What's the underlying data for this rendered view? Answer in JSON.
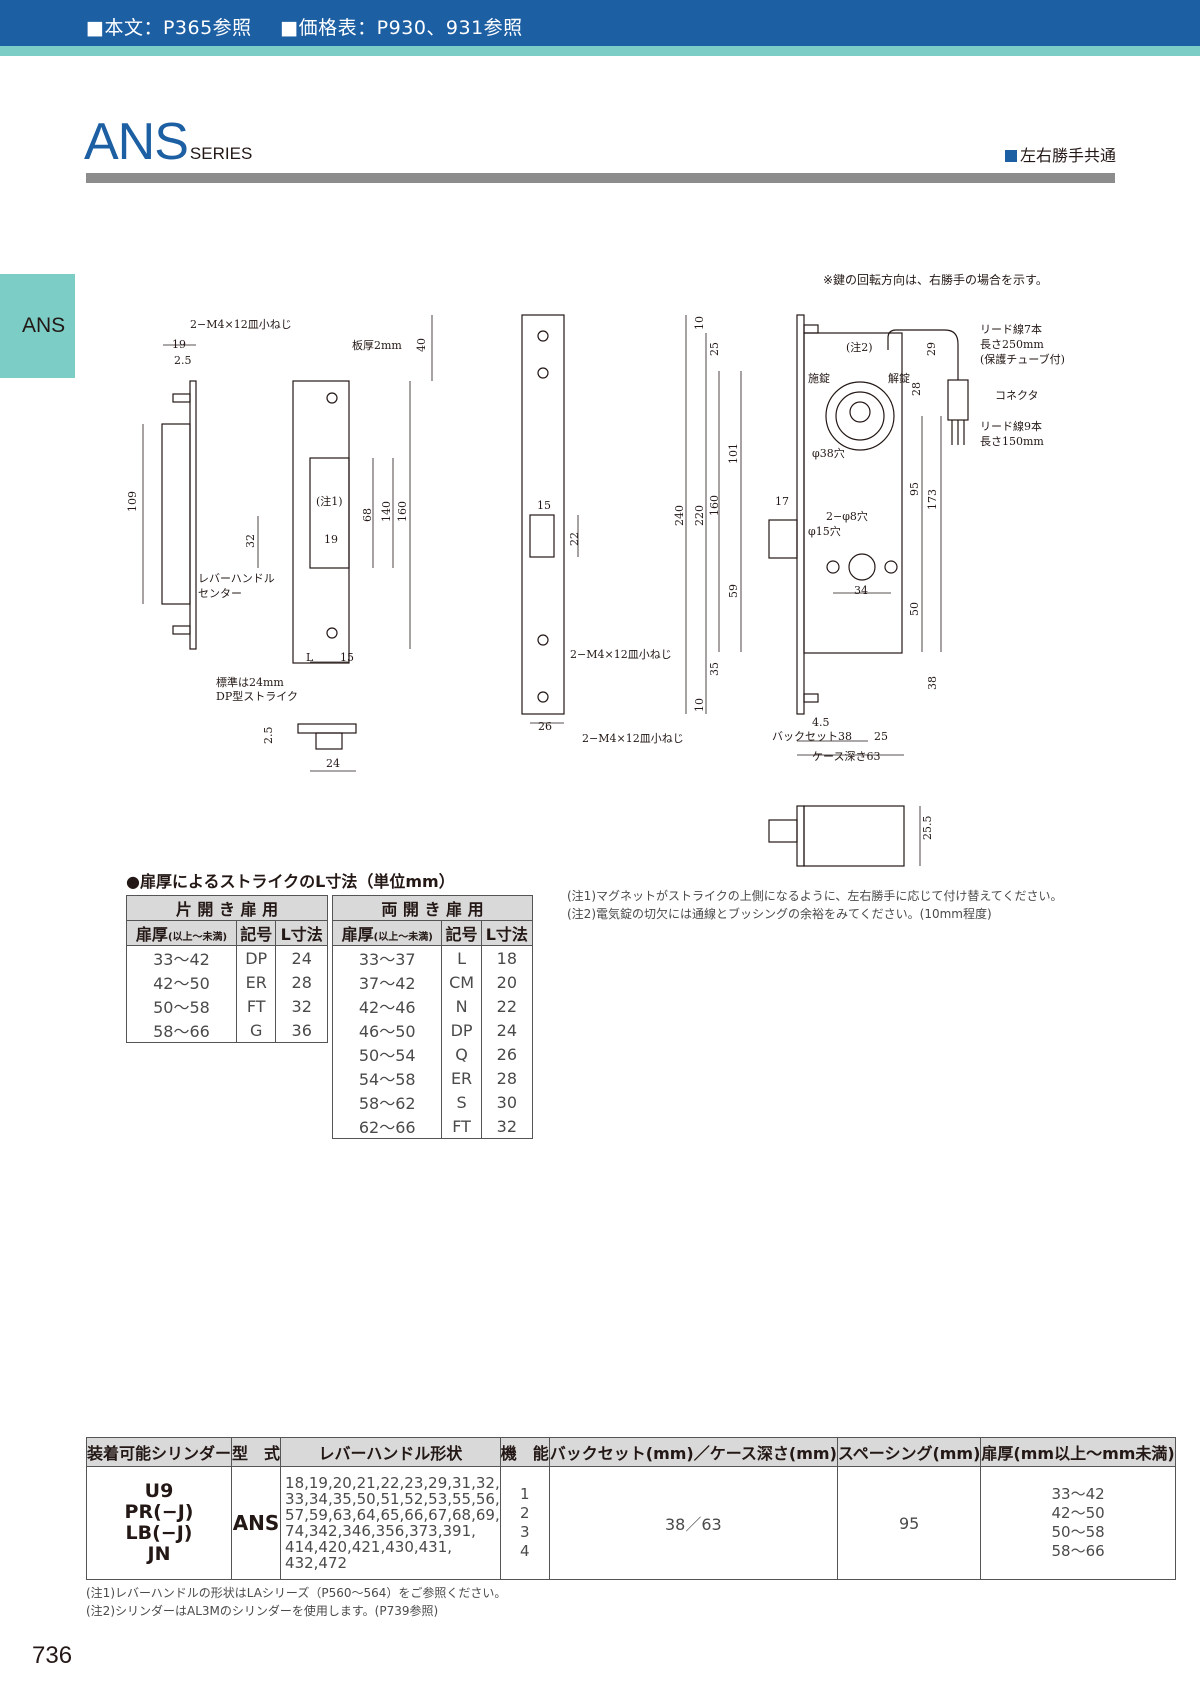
{
  "header": {
    "ref_body": "■本文：P365参照",
    "ref_price": "■価格表：P930、931参照"
  },
  "title": {
    "series_name": "ANS",
    "series_suffix": "SERIES",
    "hand_note": "左右勝手共通"
  },
  "side_tab": "ANS",
  "drawing": {
    "rotation_note": "※鍵の回転方向は、右勝手の場合を示す。",
    "labels": {
      "screw_top": "2−M4×12皿小ねじ",
      "plate_thickness": "板厚2mm",
      "note1": "(注1)",
      "lever_center_1": "レバーハンドル",
      "lever_center_2": "センター",
      "standard_1": "標準は24mm",
      "standard_2": "DP型ストライク",
      "screw_mid": "2−M4×12皿小ねじ",
      "screw_bottom": "2−M4×12皿小ねじ",
      "lead7_1": "リード線7本",
      "lead7_2": "長さ250mm",
      "lead7_3": "(保護チューブ付)",
      "connector": "コネクタ",
      "lead9_1": "リード線9本",
      "lead9_2": "長さ150mm",
      "note2": "(注2)",
      "lock": "施錠",
      "unlock": "解錠",
      "hole38": "φ38穴",
      "hole8": "2−φ8穴",
      "hole15": "φ15穴",
      "backset": "バックセット38",
      "case_depth": "ケース深さ63"
    },
    "dims": {
      "d19": "19",
      "d2_5": "2.5",
      "d109": "109",
      "d32": "32",
      "d40": "40",
      "d68": "68",
      "d140": "140",
      "d160": "160",
      "d19b": "19",
      "dL": "L",
      "d15": "15",
      "d24": "24",
      "d2_5b": "2.5",
      "d15b": "15",
      "d22": "22",
      "d26": "26",
      "d10a": "10",
      "d25": "25",
      "d101": "101",
      "d240": "240",
      "d220": "220",
      "d160b": "160",
      "d59": "59",
      "d35": "35",
      "d10b": "10",
      "d17": "17",
      "d34": "34",
      "d29": "29",
      "d28": "28",
      "d95": "95",
      "d173": "173",
      "d50": "50",
      "d38": "38",
      "d4_5": "4.5",
      "d25b": "25",
      "d25_5": "25.5"
    }
  },
  "strike_table": {
    "heading": "●扉厚によるストライクのL寸法（単位mm）",
    "single": {
      "title": "片 開 き 扉 用",
      "headers": [
        "扉厚",
        "記号",
        "L寸法"
      ],
      "rows": [
        [
          "33〜42",
          "DP",
          "24"
        ],
        [
          "42〜50",
          "ER",
          "28"
        ],
        [
          "50〜58",
          "FT",
          "32"
        ],
        [
          "58〜66",
          "G",
          "36"
        ]
      ]
    },
    "double": {
      "title": "両 開 き 扉 用",
      "headers": [
        "扉厚",
        "記号",
        "L寸法"
      ],
      "rows": [
        [
          "33〜37",
          "L",
          "18"
        ],
        [
          "37〜42",
          "CM",
          "20"
        ],
        [
          "42〜46",
          "N",
          "22"
        ],
        [
          "46〜50",
          "DP",
          "24"
        ],
        [
          "50〜54",
          "Q",
          "26"
        ],
        [
          "54〜58",
          "ER",
          "28"
        ],
        [
          "58〜62",
          "S",
          "30"
        ],
        [
          "62〜66",
          "FT",
          "32"
        ]
      ]
    },
    "thickness_unit": "(以上〜未満)"
  },
  "drawing_notes": [
    "(注1)マグネットがストライクの上側になるように、左右勝手に応じて付け替えてください。",
    "(注2)電気錠の切欠には通線とブッシングの余裕をみてください。(10mm程度)"
  ],
  "spec_table": {
    "headers": [
      "装着可能シリンダー",
      "型　式",
      "レバーハンドル形状",
      "機　能",
      "バックセット(mm)／ケース深さ(mm)",
      "スペーシング(mm)",
      "扉厚(mm以上〜mm未満)"
    ],
    "cylinders": [
      "U9",
      "PR(−J)",
      "LB(−J)",
      "JN"
    ],
    "model": "ANS",
    "lever_shapes": [
      "18,19,20,21,22,23,29,31,32,",
      "33,34,35,50,51,52,53,55,56,",
      "57,59,63,64,65,66,67,68,69,",
      "74,342,346,356,373,391,",
      "414,420,421,430,431,",
      "432,472"
    ],
    "functions": [
      "1",
      "2",
      "3",
      "4"
    ],
    "backset_case": "38／63",
    "spacing": "95",
    "door_thickness": [
      "33〜42",
      "42〜50",
      "50〜58",
      "58〜66"
    ]
  },
  "bottom_notes": [
    "(注1)レバーハンドルの形状はLAシリーズ（P560〜564）をご参照ください。",
    "(注2)シリンダーはAL3Mのシリンダーを使用します。(P739参照)"
  ],
  "page_number": "736"
}
